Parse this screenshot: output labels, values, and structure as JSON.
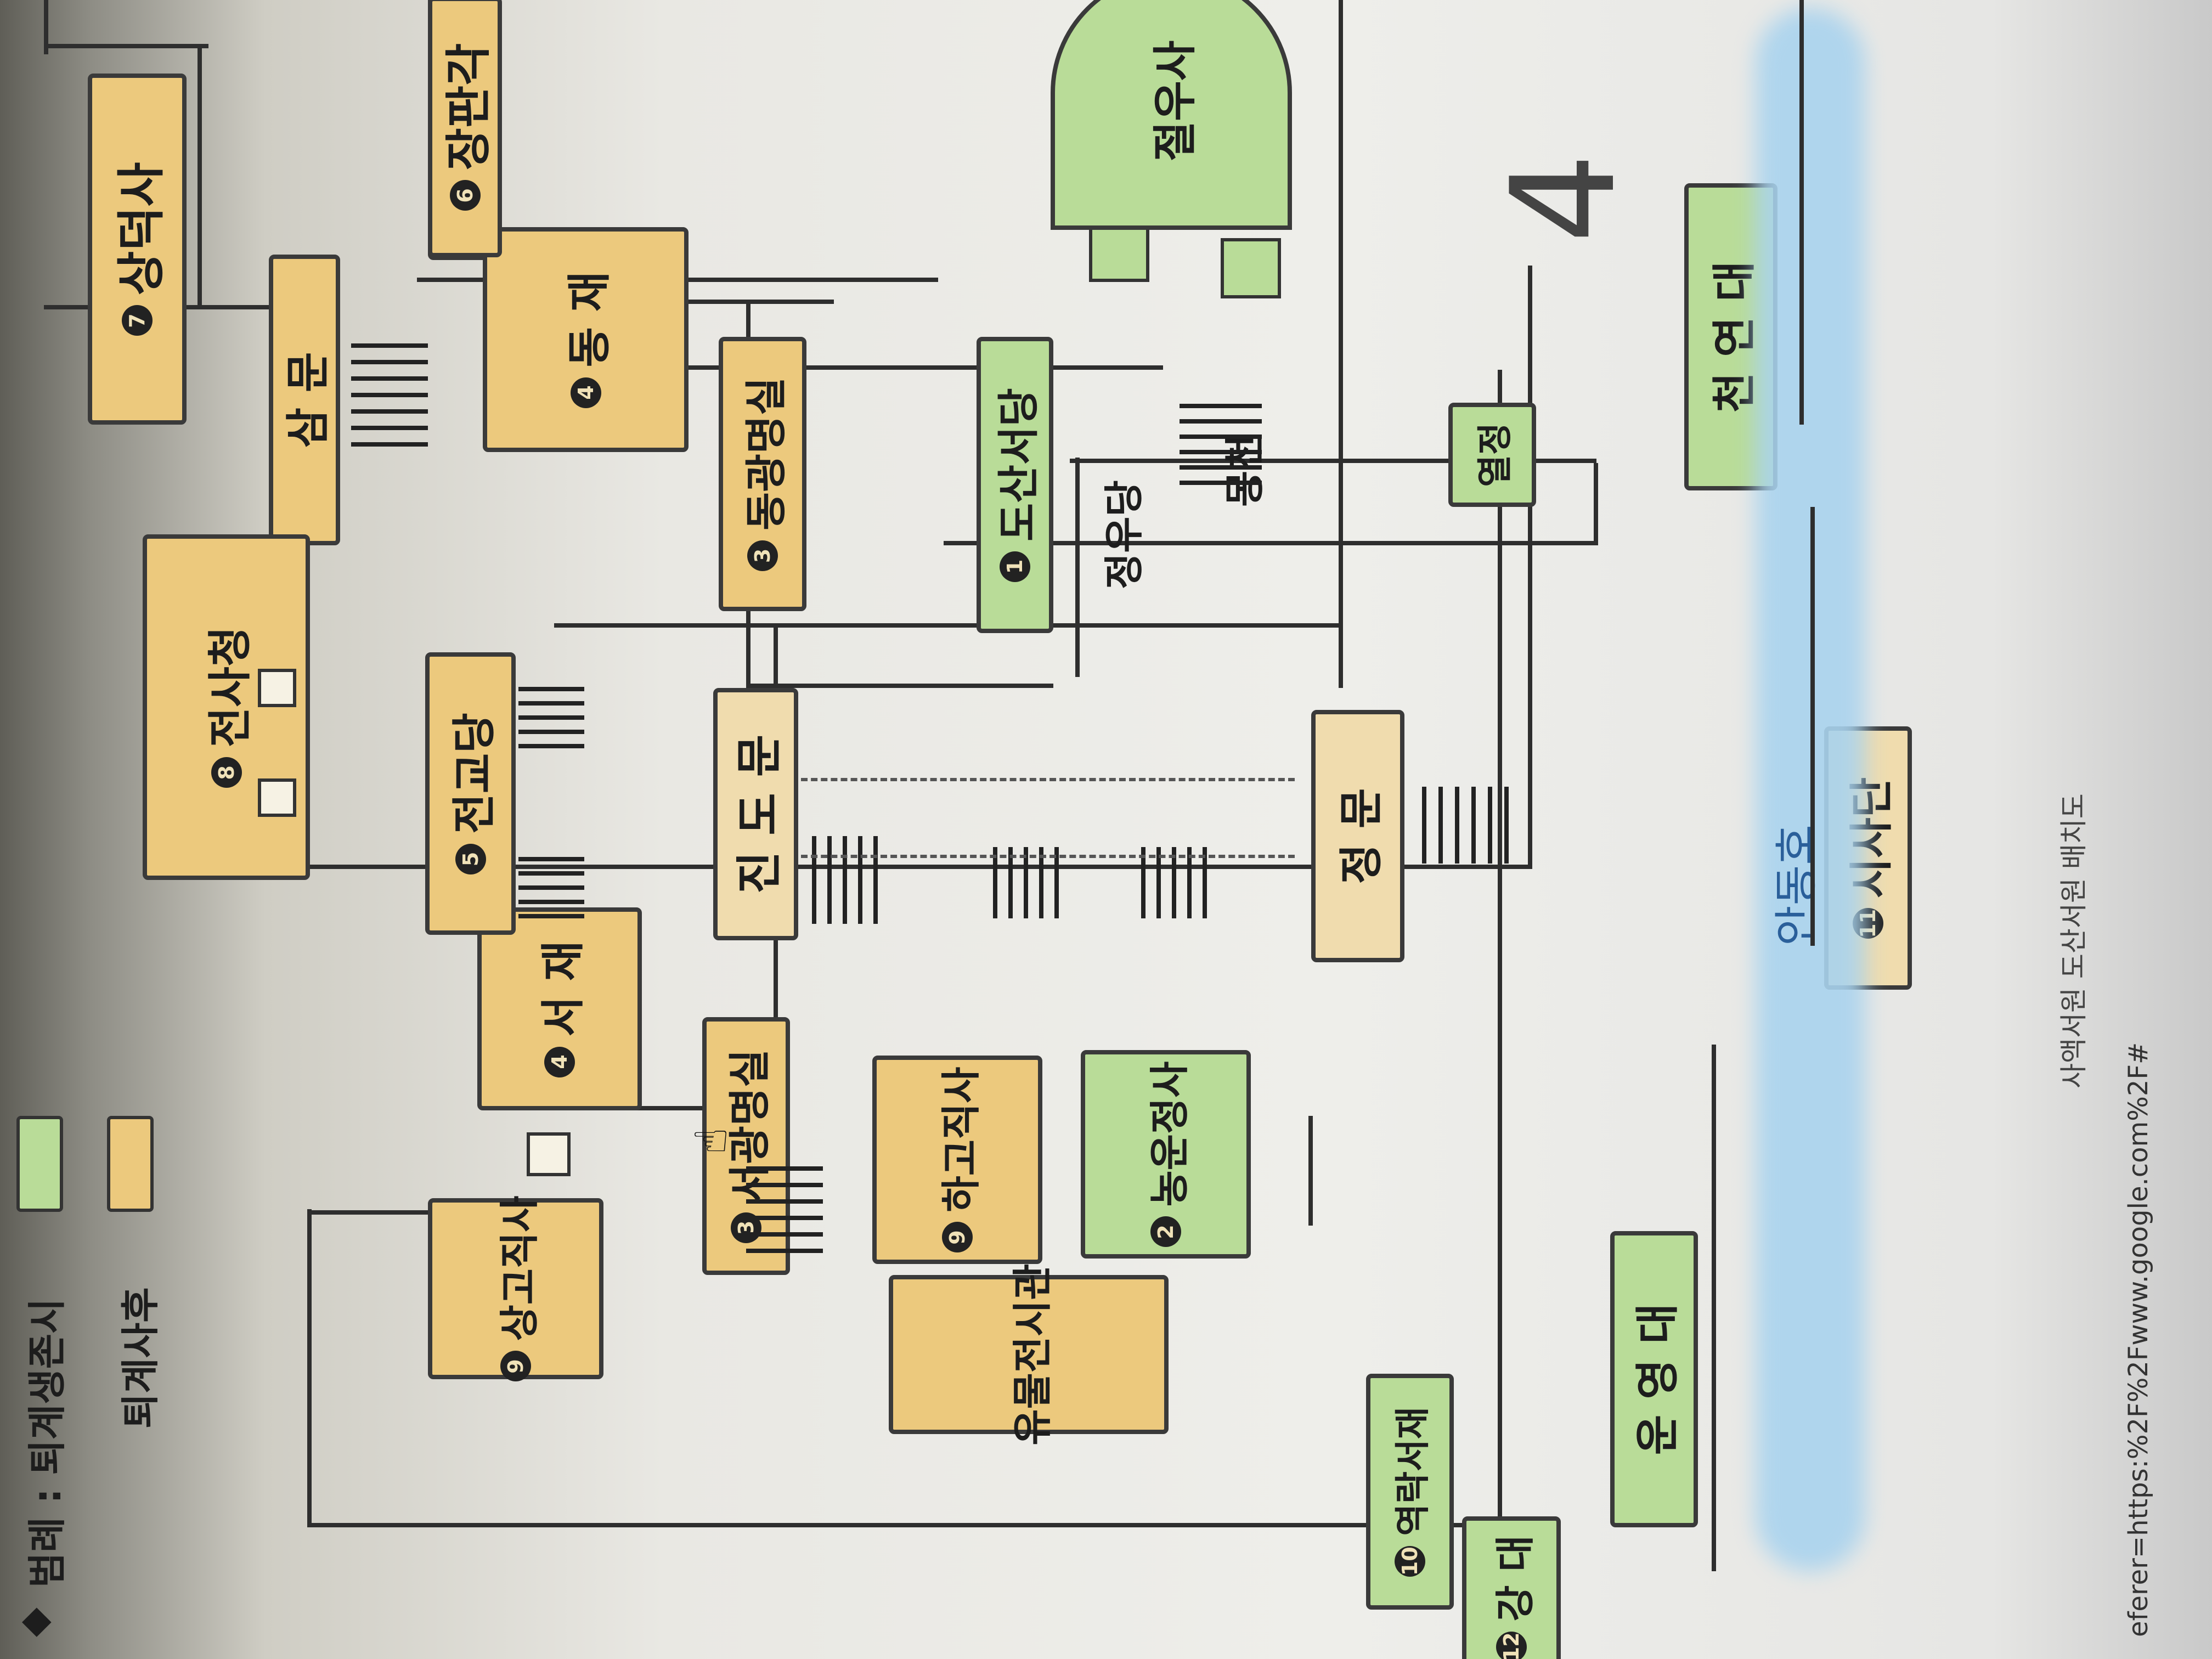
{
  "legend": {
    "diamond": "◆",
    "title": "범례 : 퇴계생존시",
    "item2": "퇴계사후",
    "colors": {
      "during_life": "#b9dc98",
      "after_death": "#ecc97d"
    }
  },
  "buildings": {
    "jangpangak": {
      "num": "6",
      "label": "장판각"
    },
    "sangdeoksa": {
      "num": "7",
      "label": "상덕사"
    },
    "sammun": {
      "label": "삼 문"
    },
    "jeonsacheong": {
      "num": "8",
      "label": "전사청"
    },
    "dongjae": {
      "num": "4",
      "label": "동 재"
    },
    "seojae": {
      "num": "4",
      "label": "서 재"
    },
    "jeongyodang": {
      "num": "5",
      "label": "전교당"
    },
    "dongwangmyeongsil": {
      "num": "3",
      "label": "동광명실"
    },
    "seogwangmyeongsil": {
      "num": "3",
      "label": "서광명실"
    },
    "jindomun": {
      "label": "진 도 문"
    },
    "sanggojiksa": {
      "num": "9",
      "label": "상고직사"
    },
    "hagojiksa": {
      "num": "9",
      "label": "하고직사"
    },
    "nongunjeongsa": {
      "num": "2",
      "label": "농운정사"
    },
    "yumuljeonsigwan": {
      "label": "유물전시관"
    },
    "dosanseodang": {
      "num": "1",
      "label": "도산서당"
    },
    "jeongudang": {
      "label": "정우당"
    },
    "mongcheon": {
      "label": "몽천"
    },
    "jeonmun": {
      "label": "정 문"
    },
    "yeokrakseojae": {
      "num": "10",
      "label": "역락서재"
    },
    "jeoruasa": {
      "label": "절우사"
    },
    "yeoljeong": {
      "label": "열정"
    },
    "cheonyeondae": {
      "label": "천 연 대"
    },
    "unyeongdae": {
      "label": "운 영 대"
    },
    "sisadan": {
      "num": "11",
      "label": "시사단"
    },
    "bottom_partial": {
      "num": "12",
      "label": "강 대"
    }
  },
  "water": {
    "label": "안동호",
    "color": "#a9d3ee"
  },
  "caption": "사액서원 도산서원 배치도",
  "url_text": "eferer=https:%2F%2Fwww.google.com%2F#",
  "marks": {
    "scratch": "4",
    "cursor": "hand-cursor"
  }
}
